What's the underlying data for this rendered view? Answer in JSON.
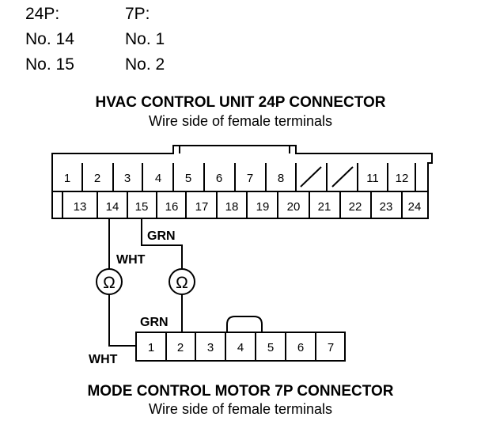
{
  "pin_table": {
    "headers": [
      "24P:",
      "7P:"
    ],
    "rows": [
      [
        "No. 14",
        "No. 1"
      ],
      [
        "No. 15",
        "No. 2"
      ]
    ]
  },
  "hvac_connector": {
    "title": "HVAC CONTROL UNIT 24P CONNECTOR",
    "subtitle": "Wire side of female terminals",
    "top_row": [
      "1",
      "2",
      "3",
      "4",
      "5",
      "6",
      "7",
      "8",
      "",
      "",
      "11",
      "12"
    ],
    "bottom_row": [
      "13",
      "14",
      "15",
      "16",
      "17",
      "18",
      "19",
      "20",
      "21",
      "22",
      "23",
      "24"
    ]
  },
  "motor_connector": {
    "title": "MODE CONTROL MOTOR 7P CONNECTOR",
    "subtitle": "Wire side of female terminals",
    "pins": [
      "1",
      "2",
      "3",
      "4",
      "5",
      "6",
      "7"
    ]
  },
  "wires": {
    "grn_top": "GRN",
    "wht_top": "WHT",
    "grn_bottom": "GRN",
    "wht_bottom": "WHT"
  },
  "meters": {
    "symbol": "Ω"
  }
}
